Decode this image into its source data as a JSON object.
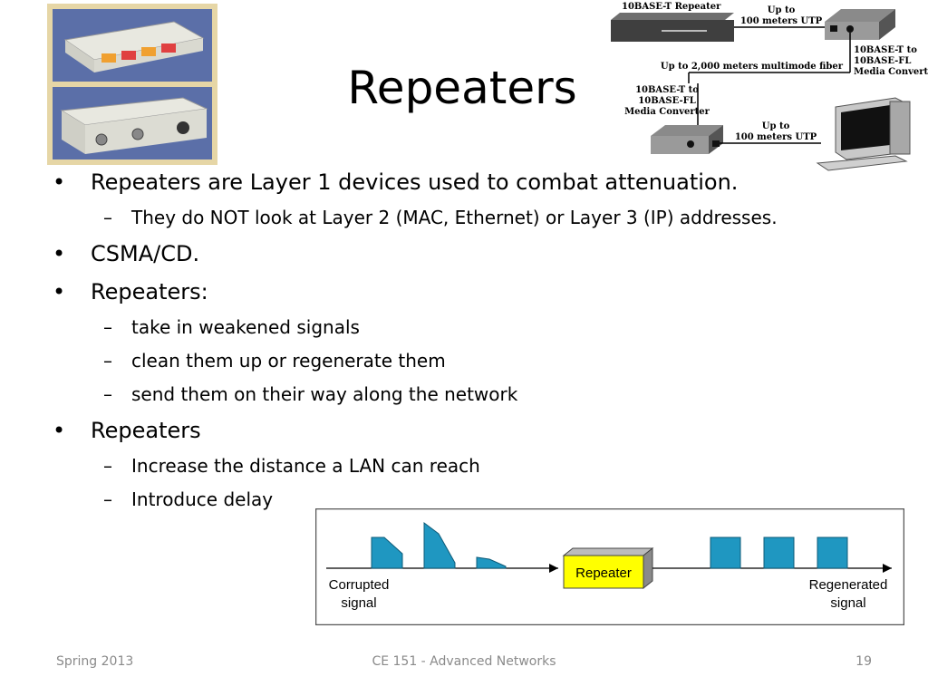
{
  "slide": {
    "title": "Repeaters",
    "footer": {
      "left": "Spring 2013",
      "center": "CE 151 - Advanced Networks",
      "right": "19"
    }
  },
  "bullets": [
    {
      "level": 1,
      "text": "Repeaters are Layer 1 devices used to combat attenuation."
    },
    {
      "level": 2,
      "text": "They do NOT look at Layer 2 (MAC, Ethernet) or Layer 3 (IP) addresses."
    },
    {
      "level": 1,
      "text": "CSMA/CD."
    },
    {
      "level": 1,
      "text": "Repeaters:"
    },
    {
      "level": 2,
      "text": "take in weakened signals"
    },
    {
      "level": 2,
      "text": "clean them up or regenerate them"
    },
    {
      "level": 2,
      "text": "send them on their way along the network"
    },
    {
      "level": 1,
      "text": "Repeaters"
    },
    {
      "level": 2,
      "text": "Increase the distance a LAN can reach"
    },
    {
      "level": 2,
      "text": "Introduce delay"
    }
  ],
  "bullet_marks": {
    "level1": "•",
    "level2": "–"
  },
  "network_diagram": {
    "repeater_label": "10BASE-T Repeater",
    "utp_top_1": "Up to",
    "utp_top_2": "100 meters UTP",
    "converter_right_1": "10BASE-T to",
    "converter_right_2": "10BASE-FL",
    "converter_right_3": "Media Converter",
    "fiber_label": "Up to 2,000 meters multimode fiber",
    "converter_left_1": "10BASE-T to",
    "converter_left_2": "10BASE-FL",
    "converter_left_3": "Media Converter",
    "utp_bottom_1": "Up to",
    "utp_bottom_2": "100 meters UTP"
  },
  "signal_diagram": {
    "left_label_1": "Corrupted",
    "left_label_2": "signal",
    "repeater_label": "Repeater",
    "right_label_1": "Regenerated",
    "right_label_2": "signal",
    "colors": {
      "pulse": "#1f97c1",
      "repeater": "#ffff00"
    }
  }
}
